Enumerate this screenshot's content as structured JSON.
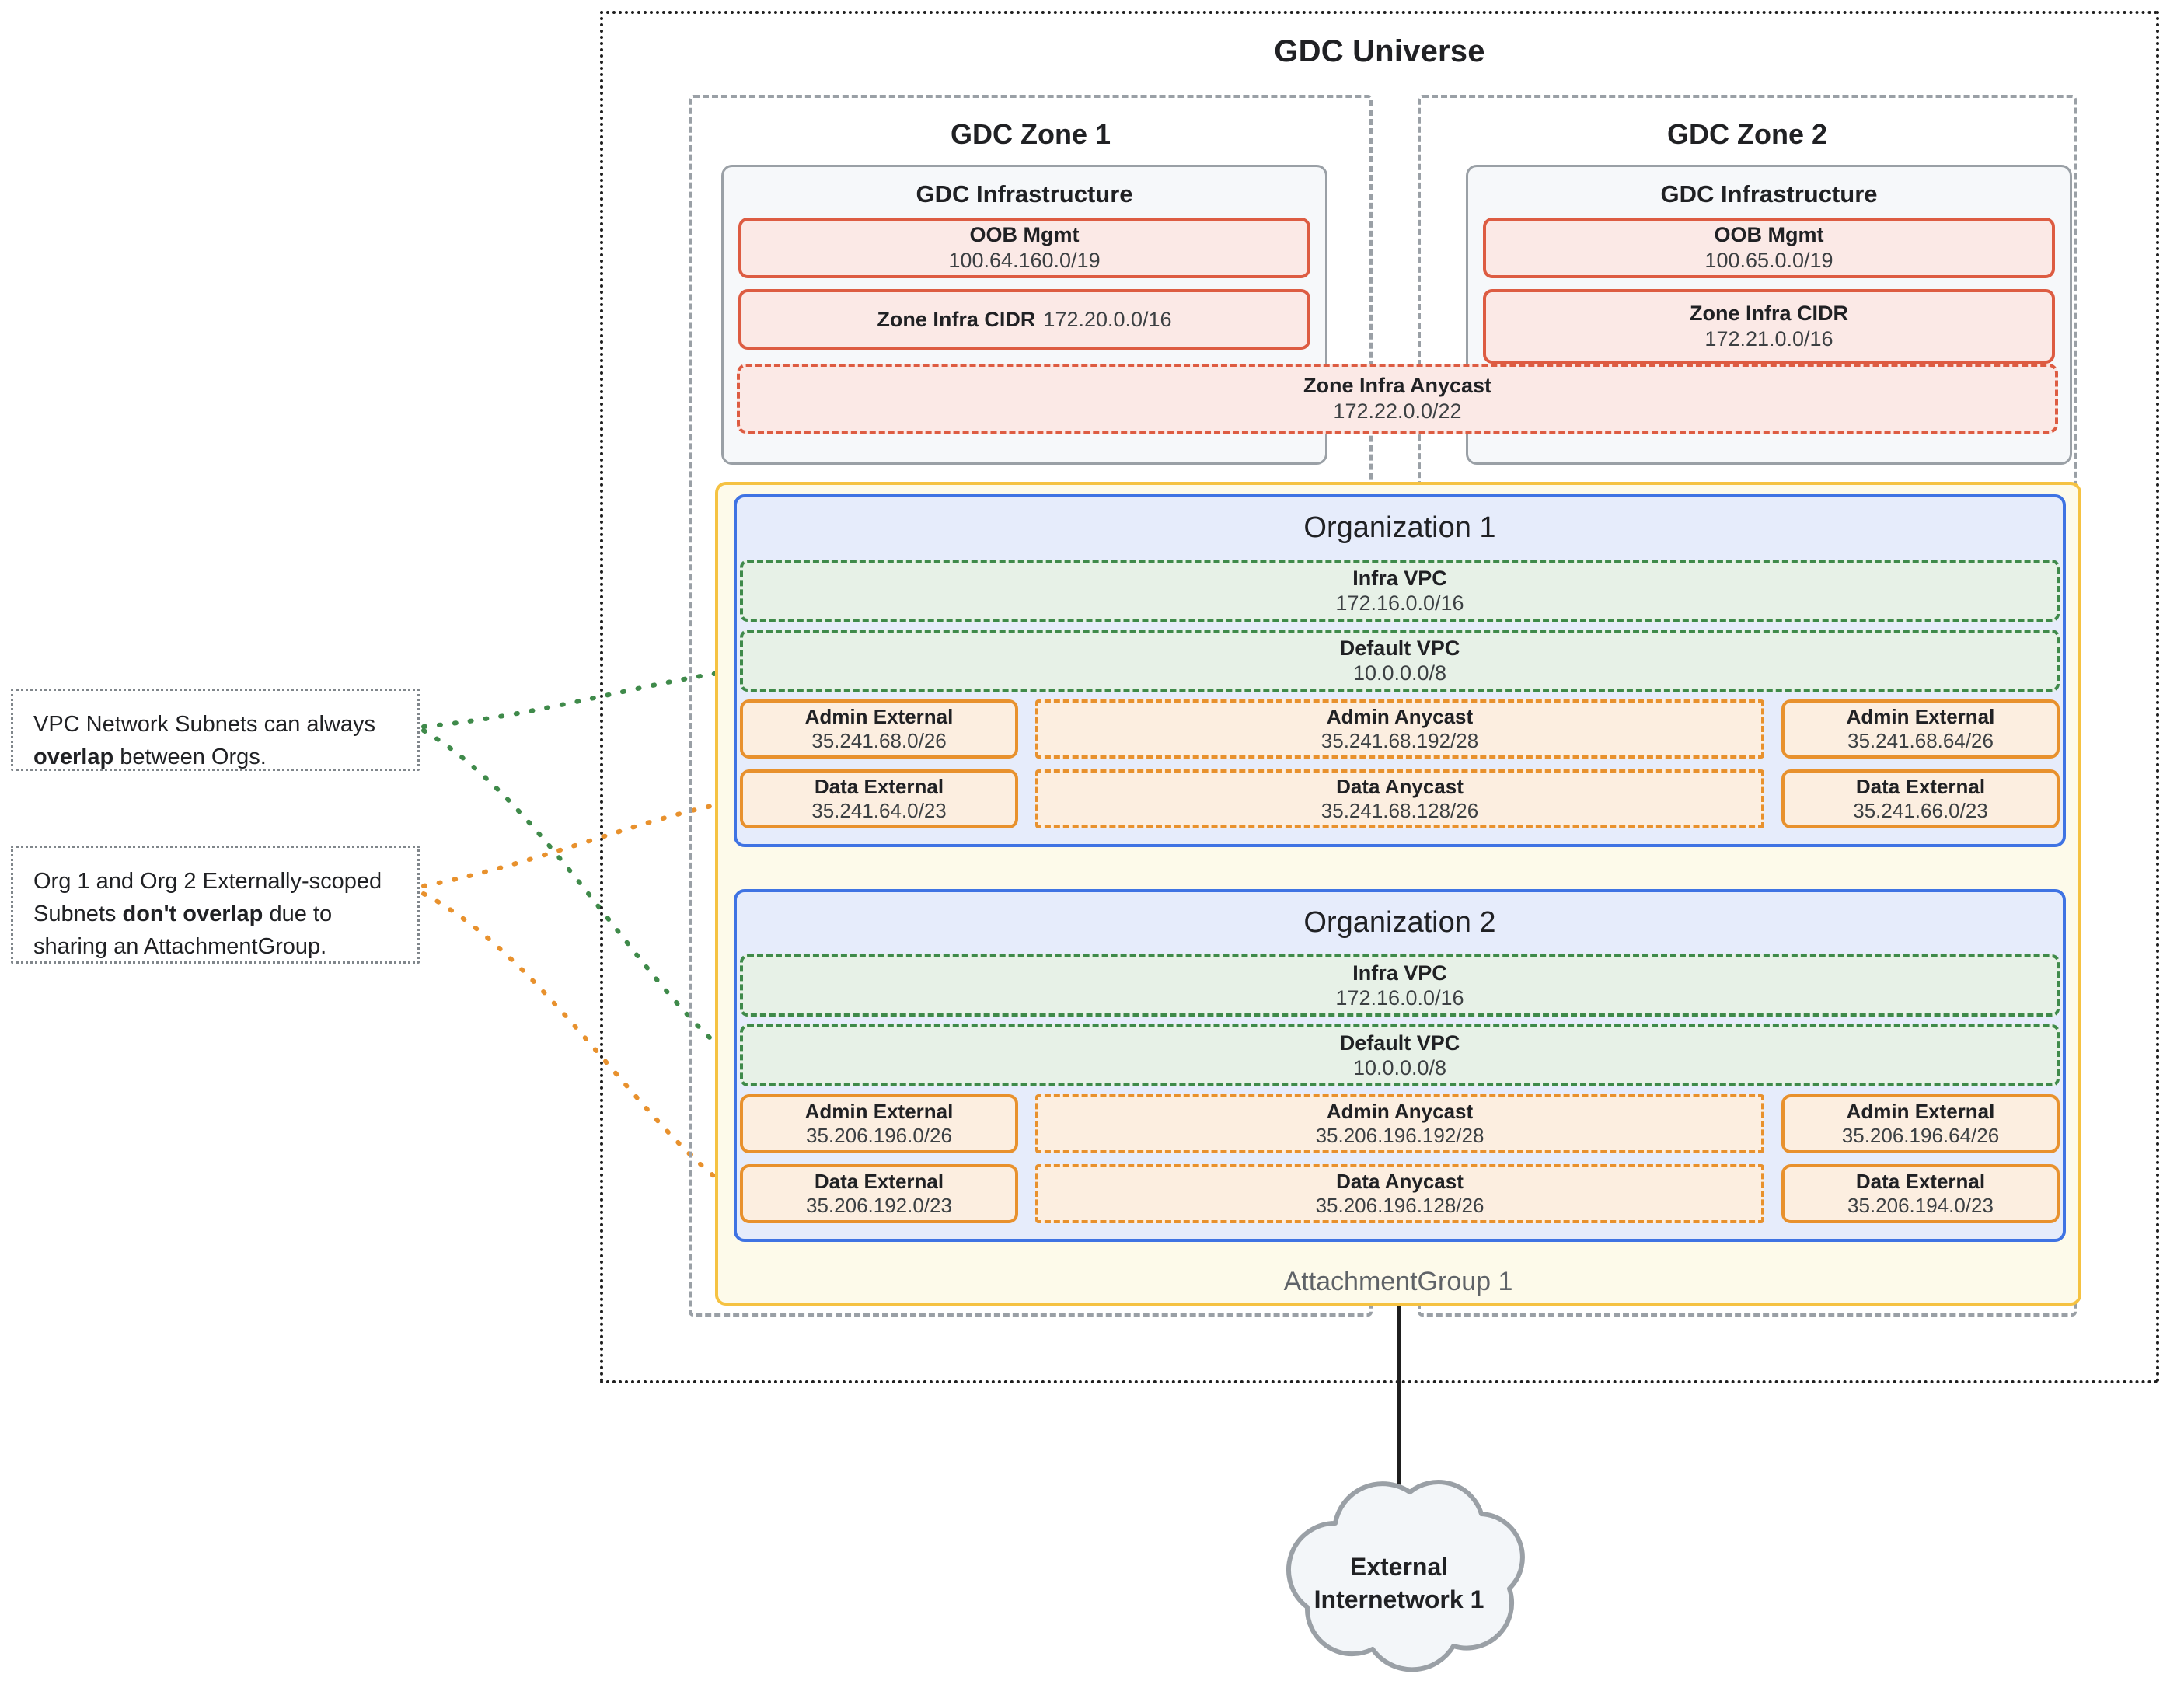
{
  "universe": {
    "title": "GDC Universe"
  },
  "zones": [
    {
      "title": "GDC Zone 1",
      "infra_title": "GDC Infrastructure",
      "oob": {
        "name": "OOB Mgmt",
        "cidr": "100.64.160.0/19"
      },
      "zone_infra_cidr": {
        "name": "Zone Infra CIDR",
        "cidr": "172.20.0.0/16"
      }
    },
    {
      "title": "GDC Zone 2",
      "infra_title": "GDC Infrastructure",
      "oob": {
        "name": "OOB Mgmt",
        "cidr": "100.65.0.0/19"
      },
      "zone_infra_cidr": {
        "name": "Zone Infra CIDR",
        "cidr": "172.21.0.0/16"
      }
    }
  ],
  "zone_infra_anycast": {
    "name": "Zone Infra Anycast",
    "cidr": "172.22.0.0/22"
  },
  "attachment_group": {
    "label": "AttachmentGroup 1"
  },
  "organizations": [
    {
      "title": "Organization 1",
      "infra_vpc": {
        "name": "Infra VPC",
        "cidr": "172.16.0.0/16"
      },
      "default_vpc": {
        "name": "Default VPC",
        "cidr": "10.0.0.0/8"
      },
      "admin_external_left": {
        "name": "Admin External",
        "cidr": "35.241.68.0/26"
      },
      "admin_anycast": {
        "name": "Admin Anycast",
        "cidr": "35.241.68.192/28"
      },
      "admin_external_right": {
        "name": "Admin External",
        "cidr": "35.241.68.64/26"
      },
      "data_external_left": {
        "name": "Data External",
        "cidr": "35.241.64.0/23"
      },
      "data_anycast": {
        "name": "Data Anycast",
        "cidr": "35.241.68.128/26"
      },
      "data_external_right": {
        "name": "Data External",
        "cidr": "35.241.66.0/23"
      }
    },
    {
      "title": "Organization 2",
      "infra_vpc": {
        "name": "Infra VPC",
        "cidr": "172.16.0.0/16"
      },
      "default_vpc": {
        "name": "Default VPC",
        "cidr": "10.0.0.0/8"
      },
      "admin_external_left": {
        "name": "Admin External",
        "cidr": "35.206.196.0/26"
      },
      "admin_anycast": {
        "name": "Admin Anycast",
        "cidr": "35.206.196.192/28"
      },
      "admin_external_right": {
        "name": "Admin External",
        "cidr": "35.206.196.64/26"
      },
      "data_external_left": {
        "name": "Data External",
        "cidr": "35.206.192.0/23"
      },
      "data_anycast": {
        "name": "Data Anycast",
        "cidr": "35.206.196.128/26"
      },
      "data_external_right": {
        "name": "Data External",
        "cidr": "35.206.194.0/23"
      }
    }
  ],
  "notes": [
    {
      "part1": "VPC Network Subnets can always ",
      "emphasis": "overlap",
      "part2": " between Orgs."
    },
    {
      "part1": "Org 1 and Org 2 Externally-scoped Subnets ",
      "emphasis": "don't overlap",
      "part2": " due to sharing an AttachmentGroup."
    }
  ],
  "external_network": {
    "line1": "External",
    "line2": "Internetwork 1"
  },
  "colors": {
    "universe_border": "#1f1f1f",
    "zone_border": "#9aa0a6",
    "infra_panel_border": "#9aa0a6",
    "infra_chip_border": "#dd5c42",
    "infra_chip_fill": "#fbe9e6",
    "org_border": "#3f73e3",
    "org_fill": "#e6ecfb",
    "vpc_border": "#3f8a4a",
    "vpc_fill": "#e7f1e7",
    "subnet_border": "#e8912d",
    "subnet_fill": "#fceee0",
    "attachment_group_border": "#f5c242",
    "attachment_group_fill": "#fdfaea",
    "note_border": "#80868b",
    "cloud_border": "#9aa0a6",
    "cloud_fill": "#f3f6f9"
  }
}
